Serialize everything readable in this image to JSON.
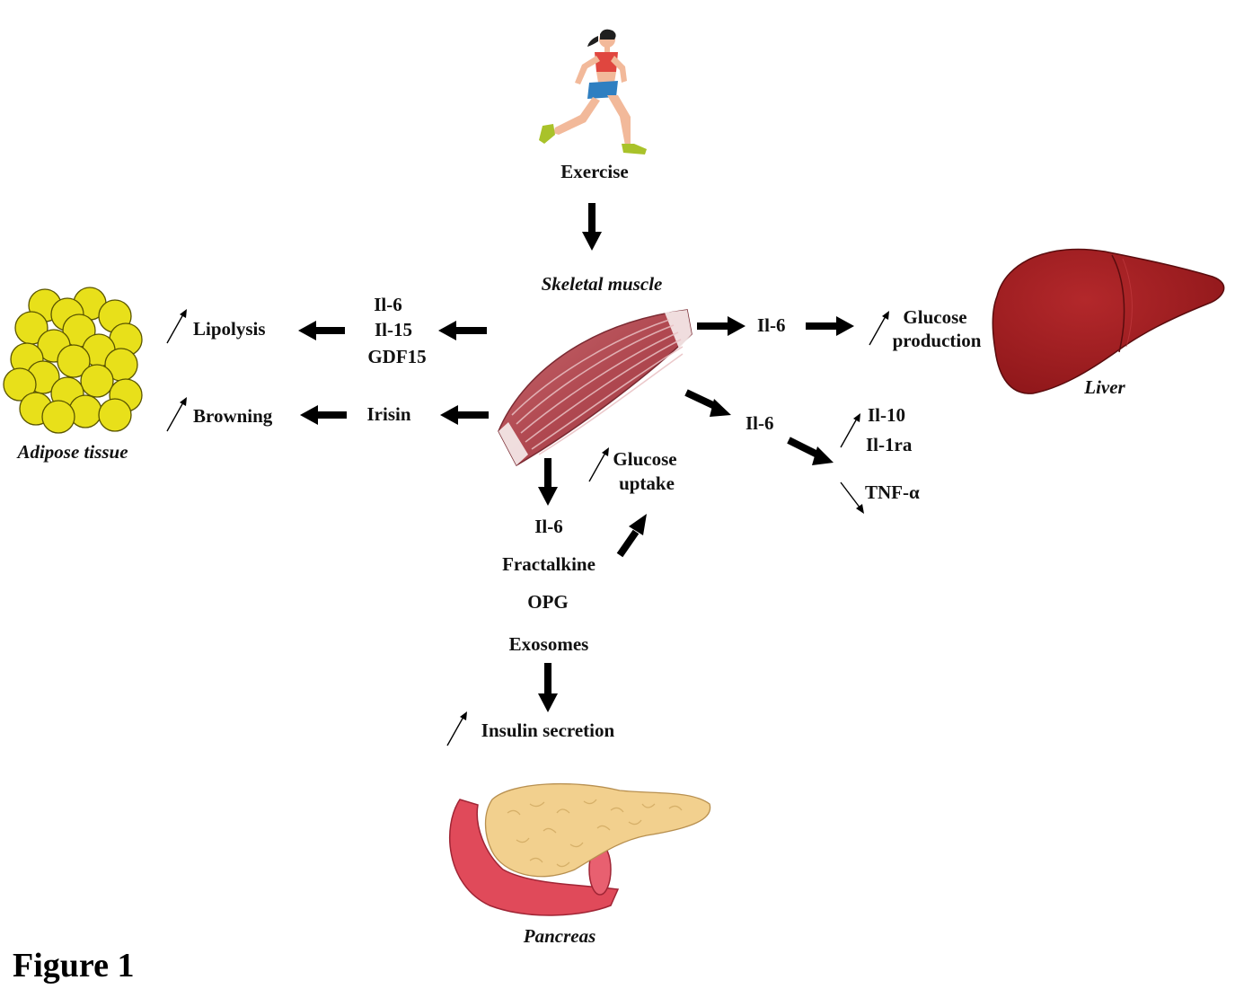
{
  "figure_label": "Figure 1",
  "organs": {
    "exercise": "Exercise",
    "skeletal_muscle": "Skeletal muscle",
    "adipose": "Adipose tissue",
    "liver": "Liver",
    "pancreas": "Pancreas"
  },
  "adipose_pathway": {
    "effect_1": "Lipolysis",
    "effect_2": "Browning",
    "myokines_1": [
      "Il-6",
      "Il-15",
      "GDF15"
    ],
    "myokine_2": "Irisin"
  },
  "liver_pathway": {
    "myokine": "Il-6",
    "effect_line1": "Glucose",
    "effect_line2": "production"
  },
  "inflammation_pathway": {
    "myokine": "Il-6",
    "up_1": "Il-10",
    "up_2": "Il-1ra",
    "down": "TNF-α"
  },
  "muscle_effect": {
    "line1": "Glucose",
    "line2": "uptake"
  },
  "pancreas_pathway": {
    "myokines": [
      "Il-6",
      "Fractalkine",
      "OPG",
      "Exosomes"
    ],
    "effect": "Insulin secretion"
  },
  "colors": {
    "muscle": "#b5525a",
    "liver": "#9e1a1d",
    "adipocyte": "#e8e01a",
    "pancreas_body": "#f2d08e",
    "pancreas_duct": "#e04a5a",
    "runner_top": "#e0463f",
    "runner_shorts": "#2f7fc1",
    "runner_shoes": "#a9c22a",
    "arrow": "#000000"
  }
}
